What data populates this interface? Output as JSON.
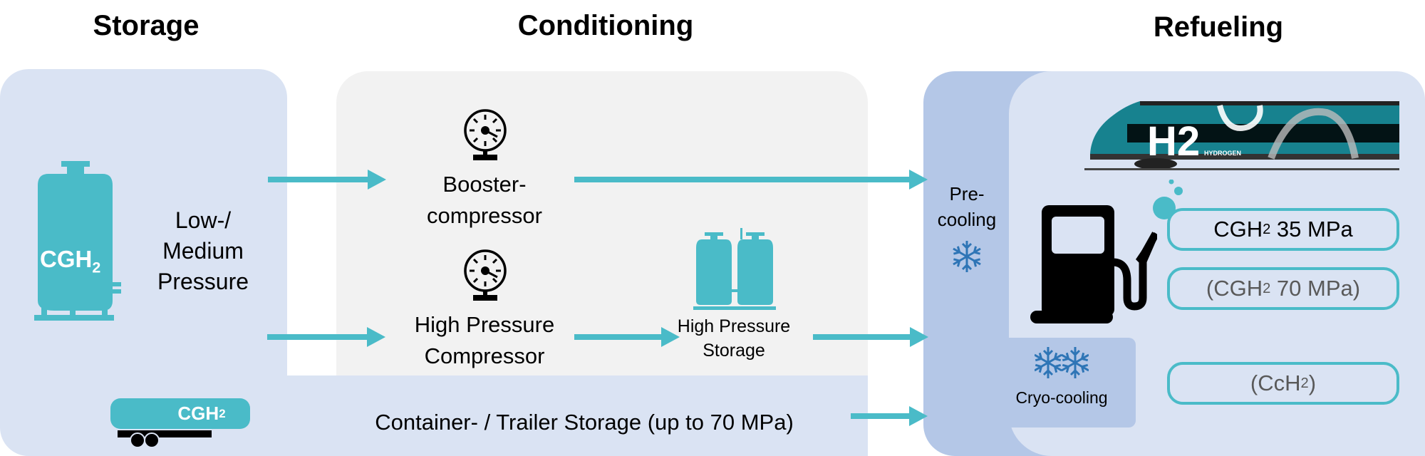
{
  "headers": {
    "storage": "Storage",
    "conditioning": "Conditioning",
    "refueling": "Refueling"
  },
  "storage": {
    "tank_label": "CGH",
    "tank_sub": "2",
    "pressure_line1": "Low-/",
    "pressure_line2": "Medium",
    "pressure_line3": "Pressure",
    "trailer_label": "CGH",
    "trailer_sub": "2",
    "trailer_storage_text": "Container- / Trailer Storage (up to 70 MPa)"
  },
  "conditioning": {
    "booster_line1": "Booster-",
    "booster_line2": "compressor",
    "hp_comp_line1": "High Pressure",
    "hp_comp_line2": "Compressor",
    "hp_storage_line1": "High Pressure",
    "hp_storage_line2": "Storage"
  },
  "refueling": {
    "precooling_line1": "Pre-",
    "precooling_line2": "cooling",
    "cryocooling": "Cryo-cooling",
    "train_text": "H2",
    "train_subtext": "HYDROGEN",
    "options": [
      {
        "pre": "CGH",
        "sub": "2",
        "post": " 35 MPa",
        "muted": false
      },
      {
        "pre": "(CGH",
        "sub": "2",
        "post": " 70 MPa)",
        "muted": true
      },
      {
        "pre": "(CcH",
        "sub": "2",
        "post": ")",
        "muted": true
      }
    ]
  },
  "colors": {
    "teal": "#4ABBC8",
    "storage_bg": "#DAE3F3",
    "conditioning_bg": "#F2F2F2",
    "cooling_bg": "#B4C7E7",
    "snowflake": "#2E75B6",
    "muted_text": "#595959"
  }
}
